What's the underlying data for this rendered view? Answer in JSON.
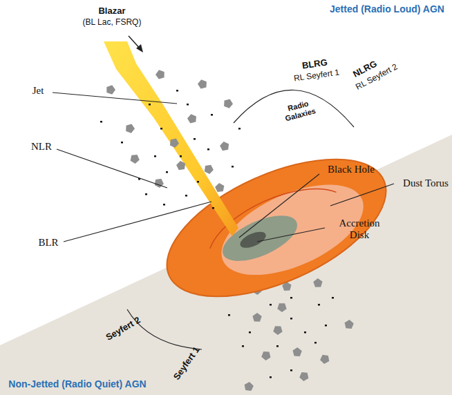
{
  "diagram": {
    "labels": [
      "Blazar",
      "(BL Lac, FSRQ)",
      "Jetted (Radio Loud) AGN",
      "BLRG",
      "RL Seyfert 1",
      "NLRG",
      "RL Seyfert 2",
      "Radio Galaxies",
      "Jet",
      "NLR",
      "Black Hole",
      "Dust Torus",
      "BLR",
      "Accretion Disk",
      "Seyfert 2",
      "Seyfert 1",
      "Non-Jetted (Radio Quiet) AGN"
    ]
  }
}
